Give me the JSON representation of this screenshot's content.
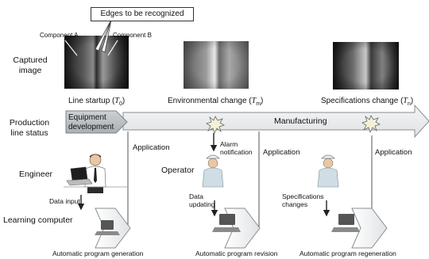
{
  "callout": {
    "edges_label": "Edges to be recognized"
  },
  "components": {
    "a": "Component A",
    "b": "Component B"
  },
  "rows": {
    "captured_image": "Captured\nimage",
    "production_line_status": "Production\nline status",
    "engineer": "Engineer",
    "learning_computer": "Learning computer",
    "operator": "Operator"
  },
  "stages": {
    "startup": {
      "label": "Line startup (",
      "sym": "T",
      "sub": "0",
      "end": ")"
    },
    "environmental": {
      "label": "Environmental change (",
      "sym": "T",
      "sub": "m",
      "end": ")"
    },
    "specifications": {
      "label": "Specifications change (",
      "sym": "T",
      "sub": "n",
      "end": ")"
    }
  },
  "status_bar": {
    "equipment_development": "Equipment\ndevelopment",
    "manufacturing": "Manufacturing"
  },
  "flow": {
    "application_1": "Application",
    "application_2": "Application",
    "application_3": "Application",
    "alarm_notification": "Alarm\nnotification",
    "data_input": "Data input",
    "data_updating": "Data\nupdating",
    "specifications_changes": "Specifications\nchanges"
  },
  "bottom": {
    "generation": "Automatic program generation",
    "revision": "Automatic program revision",
    "regeneration": "Automatic program regeneration"
  },
  "colors": {
    "arrow_fill": "#e6e8e9",
    "arrow_stroke": "#8a8e90",
    "dev_arrow": "#b7bcc0",
    "starburst": "#f4f1d8"
  }
}
